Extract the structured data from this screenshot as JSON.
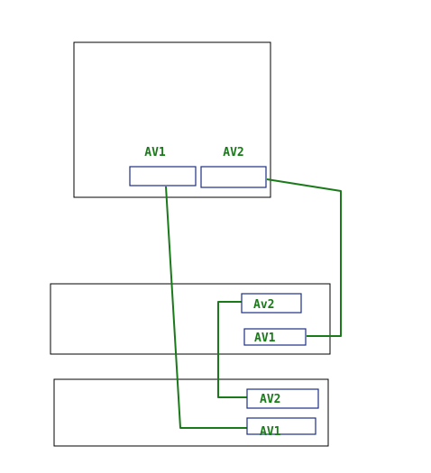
{
  "colors": {
    "wire": "#1a7a1a",
    "label": "#1a7a1a",
    "port_border": "#1c2f86",
    "device_border": "#000000"
  },
  "devices": [
    {
      "id": "device-top",
      "ports": [
        {
          "label": "AV1"
        },
        {
          "label": "AV2"
        }
      ]
    },
    {
      "id": "device-middle",
      "ports": [
        {
          "label": "Av2"
        },
        {
          "label": "AV1"
        }
      ]
    },
    {
      "id": "device-bottom",
      "ports": [
        {
          "label": "AV2"
        },
        {
          "label": "AV1"
        }
      ]
    }
  ],
  "connections": [
    {
      "from": "device-top.AV1",
      "to": "device-bottom.AV1"
    },
    {
      "from": "device-top.AV2",
      "to": "device-middle.AV1"
    },
    {
      "from": "device-middle.Av2",
      "to": "device-bottom.AV2"
    }
  ]
}
